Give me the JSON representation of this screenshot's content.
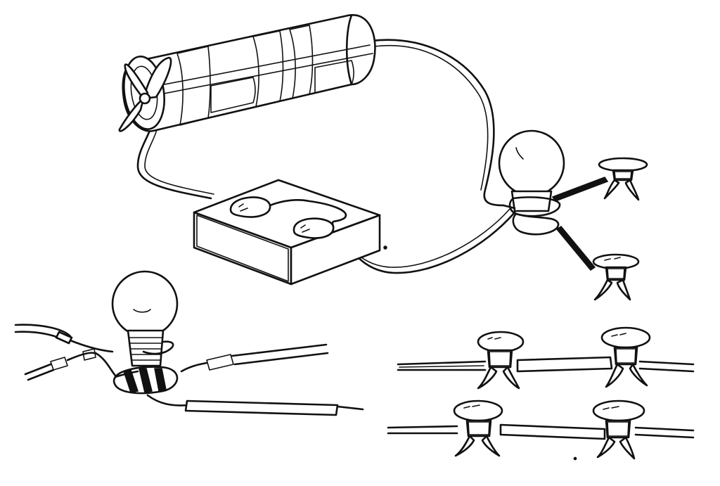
{
  "illustration": {
    "style": "black-and-white pen line drawing",
    "colors": {
      "ink": "#111111",
      "paper": "#ffffff"
    },
    "components": [
      "propeller-generator-battery",
      "switch-box-with-two-buttons",
      "light-bulb-on-coiled-base",
      "thumbtack-contact",
      "wire"
    ]
  }
}
